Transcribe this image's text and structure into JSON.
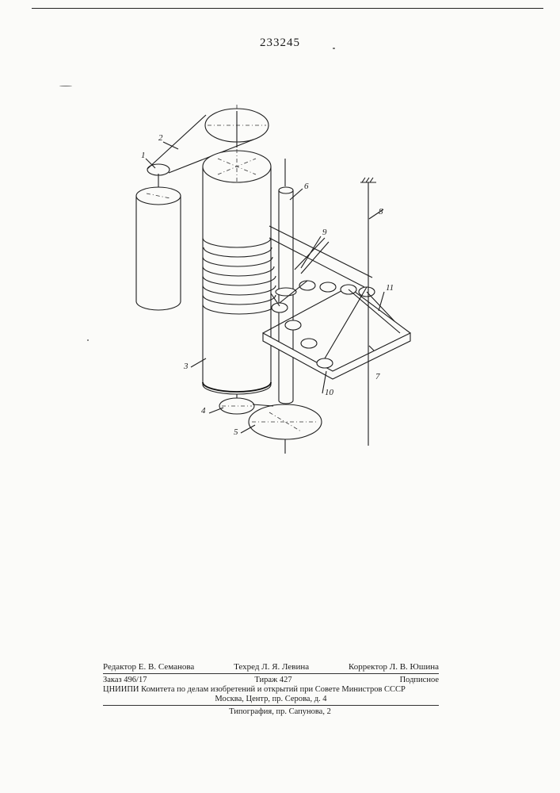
{
  "patent_number": "233245",
  "figure_labels": [
    "1",
    "2",
    "3",
    "4",
    "5",
    "6",
    "7",
    "8",
    "9",
    "10",
    "11"
  ],
  "credits": {
    "editor": "Редактор Е. В. Семанова",
    "techred": "Техред Л. Я. Левина",
    "corrector": "Корректор Л. В. Юшина"
  },
  "publication": {
    "order": "Заказ 496/17",
    "circulation": "Тираж 427",
    "subscription": "Подписное",
    "institute": "ЦНИИПИ Комитета по делам изобретений и открытий при Совете Министров СССР",
    "address": "Москва, Центр, пр. Серова, д. 4"
  },
  "printing_house": "Типография, пр. Сапунова, 2"
}
